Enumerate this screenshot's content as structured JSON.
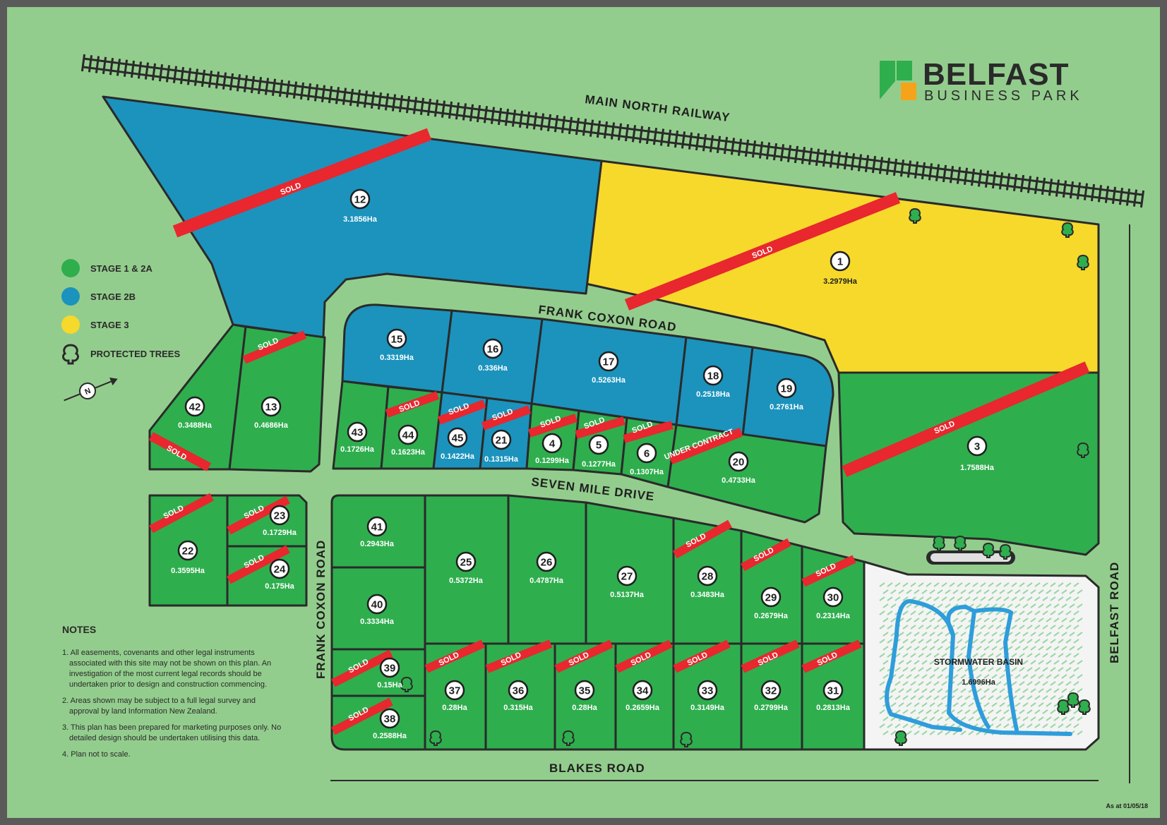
{
  "logo": {
    "word": "BELFAST",
    "sub": "BUSINESS PARK"
  },
  "roads": {
    "railway": "MAIN NORTH RAILWAY",
    "frank_coxon_top": "FRANK COXON ROAD",
    "frank_coxon_side": "FRANK COXON ROAD",
    "seven_mile": "SEVEN MILE DRIVE",
    "blakes": "BLAKES ROAD",
    "belfast": "BELFAST ROAD"
  },
  "legend": {
    "items": [
      {
        "label": "STAGE 1 & 2A",
        "color": "#2fae4e"
      },
      {
        "label": "STAGE 2B",
        "color": "#1b93bd"
      },
      {
        "label": "STAGE 3",
        "color": "#f6d92b"
      },
      {
        "label": "PROTECTED TREES"
      }
    ],
    "north": "N"
  },
  "colors": {
    "background": "#93cd8d",
    "stage1": "#2fae4e",
    "stage2b": "#1b93bd",
    "stage3": "#f6d92b",
    "sold_band": "#e8272e",
    "basin": "#f4f4f4",
    "water": "#2f9ddb"
  },
  "sold_label": "SOLD",
  "under_contract_label": "UNDER CONTRACT",
  "lots": [
    {
      "num": "1",
      "area": "3.2979Ha",
      "stage": "3",
      "status": "sold"
    },
    {
      "num": "3",
      "area": "1.7588Ha",
      "stage": "1",
      "status": "sold"
    },
    {
      "num": "4",
      "area": "0.1299Ha",
      "stage": "1",
      "status": "sold"
    },
    {
      "num": "5",
      "area": "0.1277Ha",
      "stage": "1",
      "status": "sold"
    },
    {
      "num": "6",
      "area": "0.1307Ha",
      "stage": "1",
      "status": "sold"
    },
    {
      "num": "12",
      "area": "3.1856Ha",
      "stage": "2B",
      "status": "sold"
    },
    {
      "num": "13",
      "area": "0.4686Ha",
      "stage": "1",
      "status": "sold"
    },
    {
      "num": "15",
      "area": "0.3319Ha",
      "stage": "2B",
      "status": ""
    },
    {
      "num": "16",
      "area": "0.336Ha",
      "stage": "2B",
      "status": ""
    },
    {
      "num": "17",
      "area": "0.5263Ha",
      "stage": "2B",
      "status": ""
    },
    {
      "num": "18",
      "area": "0.2518Ha",
      "stage": "2B",
      "status": ""
    },
    {
      "num": "19",
      "area": "0.2761Ha",
      "stage": "2B",
      "status": ""
    },
    {
      "num": "20",
      "area": "0.4733Ha",
      "stage": "1",
      "status": "under_contract"
    },
    {
      "num": "21",
      "area": "0.1315Ha",
      "stage": "2B",
      "status": "sold"
    },
    {
      "num": "22",
      "area": "0.3595Ha",
      "stage": "1",
      "status": "sold"
    },
    {
      "num": "23",
      "area": "0.1729Ha",
      "stage": "1",
      "status": "sold"
    },
    {
      "num": "24",
      "area": "0.175Ha",
      "stage": "1",
      "status": "sold"
    },
    {
      "num": "25",
      "area": "0.5372Ha",
      "stage": "1",
      "status": ""
    },
    {
      "num": "26",
      "area": "0.4787Ha",
      "stage": "1",
      "status": ""
    },
    {
      "num": "27",
      "area": "0.5137Ha",
      "stage": "1",
      "status": ""
    },
    {
      "num": "28",
      "area": "0.3483Ha",
      "stage": "1",
      "status": "sold"
    },
    {
      "num": "29",
      "area": "0.2679Ha",
      "stage": "1",
      "status": "sold"
    },
    {
      "num": "30",
      "area": "0.2314Ha",
      "stage": "1",
      "status": "sold"
    },
    {
      "num": "31",
      "area": "0.2813Ha",
      "stage": "1",
      "status": "sold"
    },
    {
      "num": "32",
      "area": "0.2799Ha",
      "stage": "1",
      "status": "sold"
    },
    {
      "num": "33",
      "area": "0.3149Ha",
      "stage": "1",
      "status": "sold"
    },
    {
      "num": "34",
      "area": "0.2659Ha",
      "stage": "1",
      "status": "sold"
    },
    {
      "num": "35",
      "area": "0.28Ha",
      "stage": "1",
      "status": "sold"
    },
    {
      "num": "36",
      "area": "0.315Ha",
      "stage": "1",
      "status": "sold"
    },
    {
      "num": "37",
      "area": "0.28Ha",
      "stage": "1",
      "status": "sold"
    },
    {
      "num": "38",
      "area": "0.2588Ha",
      "stage": "1",
      "status": "sold"
    },
    {
      "num": "39",
      "area": "0.15Ha",
      "stage": "1",
      "status": "sold"
    },
    {
      "num": "40",
      "area": "0.3334Ha",
      "stage": "1",
      "status": ""
    },
    {
      "num": "41",
      "area": "0.2943Ha",
      "stage": "1",
      "status": ""
    },
    {
      "num": "42",
      "area": "0.3488Ha",
      "stage": "1",
      "status": "sold"
    },
    {
      "num": "43",
      "area": "0.1726Ha",
      "stage": "1",
      "status": ""
    },
    {
      "num": "44",
      "area": "0.1623Ha",
      "stage": "1",
      "status": "sold"
    },
    {
      "num": "45",
      "area": "0.1422Ha",
      "stage": "2B",
      "status": "sold"
    }
  ],
  "basin": {
    "title": "STORMWATER BASIN",
    "area": "1.6996Ha"
  },
  "notes": {
    "heading": "NOTES",
    "items": [
      [
        "1. All easements, covenants and other legal instruments",
        "associated with this site may not be shown on this plan. An",
        "investigation of the most current legal records should be",
        "undertaken prior to design and construction commencing."
      ],
      [
        "2. Areas shown may be subject to a full legal survey and",
        "approval by land Information New Zealand."
      ],
      [
        "3. This plan has been prepared for marketing purposes only. No",
        "detailed design should be undertaken utilising this data."
      ],
      [
        "4. Plan not to scale."
      ]
    ]
  },
  "date_stamp": "As at 01/05/18"
}
